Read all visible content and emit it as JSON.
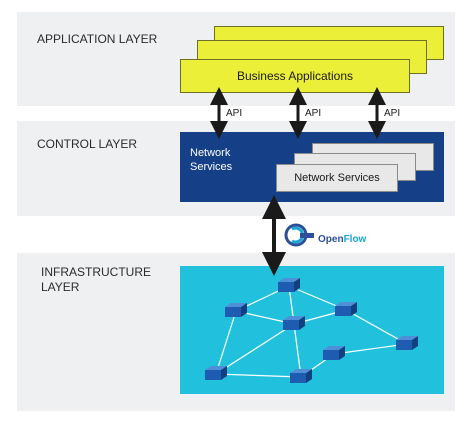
{
  "layers": {
    "application": "APPLICATION LAYER",
    "control": "CONTROL LAYER",
    "infrastructure": "INFRASTRUCTURE\nLAYER"
  },
  "application": {
    "box_label": "Business Applications"
  },
  "control": {
    "network_services_label": "Network Services",
    "stack_label": "Network Services"
  },
  "api_labels": [
    "API",
    "API",
    "API"
  ],
  "openflow": {
    "part1": "Open",
    "part2": "Flow"
  },
  "colors": {
    "layer_bg": "#eef0f1",
    "yellow": "#ecef38",
    "control_blue": "#153f86",
    "infra_cyan": "#21c1dd",
    "switch_blue": "#1d5cb0"
  }
}
